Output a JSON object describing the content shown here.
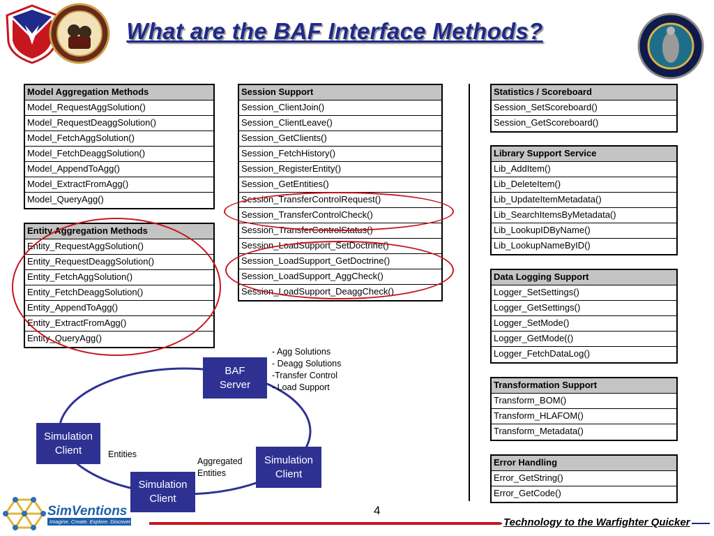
{
  "title": "What are the BAF Interface Methods?",
  "tables": {
    "model_agg": {
      "header": "Model Aggregation  Methods",
      "rows": [
        "Model_RequestAggSolution()",
        "Model_RequestDeaggSolution()",
        "Model_FetchAggSolution()",
        "Model_FetchDeaggSolution()",
        "Model_AppendToAgg()",
        "Model_ExtractFromAgg()",
        "Model_QueryAgg()"
      ]
    },
    "entity_agg": {
      "header": "Entity Aggregation  Methods",
      "rows": [
        "Entity_RequestAggSolution()",
        "Entity_RequestDeaggSolution()",
        "Entity_FetchAggSolution()",
        "Entity_FetchDeaggSolution()",
        "Entity_AppendToAgg()",
        "Entity_ExtractFromAgg()",
        "Entity_QueryAgg()"
      ]
    },
    "session": {
      "header": "Session Support",
      "rows": [
        "Session_ClientJoin()",
        "Session_ClientLeave()",
        "Session_GetClients()",
        "Session_FetchHistory()",
        "Session_RegisterEntity()",
        "Session_GetEntities()",
        "Session_TransferControlRequest()",
        "Session_TransferControlCheck()",
        "Session_TransferControlStatus()",
        "Session_LoadSupport_SetDoctrine()",
        "Session_LoadSupport_GetDoctrine()",
        "Session_LoadSupport_AggCheck()",
        "Session_LoadSupport_DeaggCheck()"
      ]
    },
    "stats": {
      "header": "Statistics / Scoreboard",
      "rows": [
        "Session_SetScoreboard()",
        "Session_GetScoreboard()"
      ]
    },
    "library": {
      "header": "Library Support Service",
      "rows": [
        "Lib_AddItem()",
        "Lib_DeleteItem()",
        "Lib_UpdateItemMetadata()",
        "Lib_SearchItemsByMetadata()",
        "Lib_LookupIDByName()",
        "Lib_LookupNameByID()"
      ]
    },
    "logging": {
      "header": "Data Logging Support",
      "rows": [
        "Logger_SetSettings()",
        "Logger_GetSettings()",
        "Logger_SetMode()",
        "Logger_GetMode(()",
        "Logger_FetchDataLog()"
      ]
    },
    "transform": {
      "header": "Transformation Support",
      "rows": [
        "Transform_BOM()",
        "Transform_HLAFOM()",
        "Transform_Metadata()"
      ]
    },
    "errors": {
      "header": "Error Handling",
      "rows": [
        "Error_GetString()",
        "Error_GetCode()"
      ]
    }
  },
  "diagram": {
    "server": [
      "BAF",
      "Server"
    ],
    "client_left": [
      "Simulation",
      "Client"
    ],
    "client_bottom": [
      "Simulation",
      "Client"
    ],
    "client_right": [
      "Simulation",
      "Client"
    ],
    "server_notes": [
      "- Agg Solutions",
      "- Deagg Solutions",
      "-Transfer Control",
      "- Load Support"
    ],
    "entities_label": "Entities",
    "aggregated_label": [
      "Aggregated",
      "Entities"
    ]
  },
  "footer": {
    "page_number": "4",
    "tagline": "Technology to the Warfighter Quicker",
    "company_logo": {
      "name": "SimVentions",
      "slogan": "Imagine. Create. Explore. Discover."
    }
  },
  "colors": {
    "title": "#1f2a8a",
    "node_fill": "#2e3192",
    "highlight_oval": "#c8161e",
    "table_header": "#c4c4c4"
  }
}
